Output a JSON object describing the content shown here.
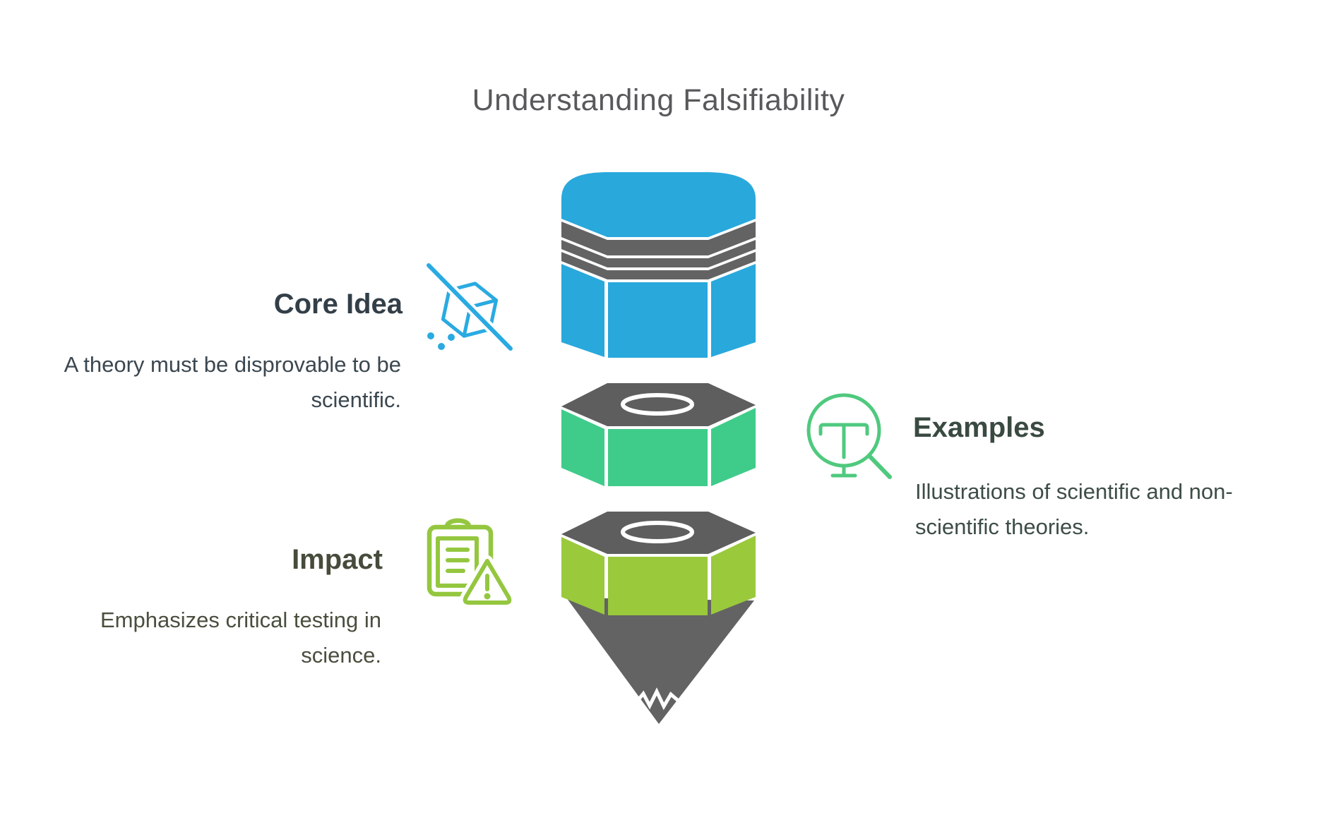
{
  "title": {
    "text": "Understanding Falsifiability",
    "color": "#58595B"
  },
  "sections": [
    {
      "id": "core-idea",
      "heading": "Core Idea",
      "body": "A theory must be disprovable to be scientific.",
      "icon": "no-cube-icon",
      "accent": "#2AAAE1",
      "heading_color": "#333F48",
      "body_color": "#3B4750",
      "align": "right"
    },
    {
      "id": "examples",
      "heading": "Examples",
      "body": "Illustrations of scientific and non-scientific theories.",
      "icon": "text-search-icon",
      "accent": "#4FC97E",
      "heading_color": "#3A4A41",
      "body_color": "#3D4D45",
      "align": "left"
    },
    {
      "id": "impact",
      "heading": "Impact",
      "body": "Emphasizes critical testing in science.",
      "icon": "clipboard-warning-icon",
      "accent": "#94C73F",
      "heading_color": "#464C3B",
      "body_color": "#494F3E",
      "align": "right"
    }
  ],
  "funnel": {
    "description": "segmented pencil funnel pointing down",
    "colors": {
      "blue": "#29A8DC",
      "green": "#3FCC8B",
      "lime": "#9AC93C",
      "gray": "#636363",
      "dark_gray": "#5E5E5E",
      "ring": "#FFFFFF"
    },
    "segments": [
      {
        "label": "eraser-cap",
        "color": "#29A8DC"
      },
      {
        "label": "ferrule-bands",
        "color": "#636363"
      },
      {
        "label": "barrel-top",
        "color": "#29A8DC"
      },
      {
        "label": "nut-middle",
        "color": "#3FCC8B"
      },
      {
        "label": "nut-bottom",
        "color": "#9AC93C"
      },
      {
        "label": "tip-cone",
        "color": "#636363"
      }
    ]
  }
}
